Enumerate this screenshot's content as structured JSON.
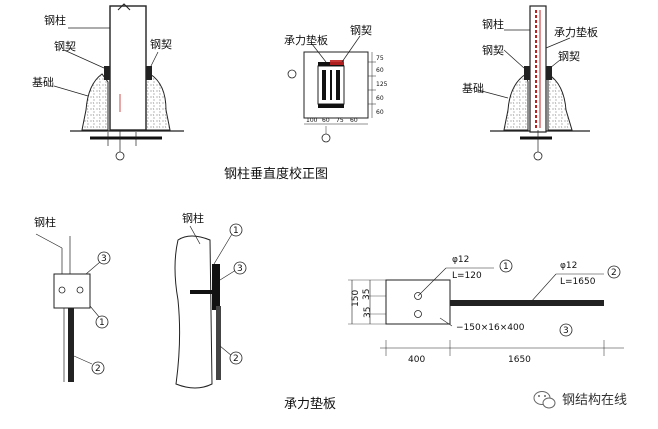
{
  "captions": {
    "verticality": "钢柱垂直度校正图",
    "bearing_plate": "承力垫板"
  },
  "fig1": {
    "column": "钢柱",
    "wedge_left": "钢契",
    "wedge_right": "钢契",
    "foundation": "基础"
  },
  "fig2": {
    "plate": "承力垫板",
    "wedge": "钢契",
    "dim_a": "75",
    "dim_b": "60",
    "dim_c": "125",
    "dim_d": "60",
    "dim_e": "60",
    "dim_bottom_1": "100",
    "dim_bottom_2": "60",
    "dim_bottom_3": "75",
    "dim_bottom_4": "60"
  },
  "fig3": {
    "column": "钢柱",
    "plate": "承力垫板",
    "wedge": "钢契",
    "foundation": "基础"
  },
  "fig4": {
    "column": "钢柱",
    "m1": "1",
    "m2": "2",
    "m3": "3"
  },
  "fig5": {
    "column": "钢柱",
    "m1": "1",
    "m2": "2",
    "m3": "3"
  },
  "fig6": {
    "rebar1_dia": "φ12",
    "rebar1_len": "L=120",
    "rebar2_dia": "φ12",
    "rebar2_len": "L=1650",
    "plate_spec": "−150×16×400",
    "dim_150": "150",
    "dim_35a": "35",
    "dim_35b": "35",
    "dim_400": "400",
    "dim_1650": "1650",
    "m1": "1",
    "m2": "2",
    "m3": "3"
  },
  "watermark": {
    "text": "钢结构在线",
    "icon": "wechat-icon"
  }
}
